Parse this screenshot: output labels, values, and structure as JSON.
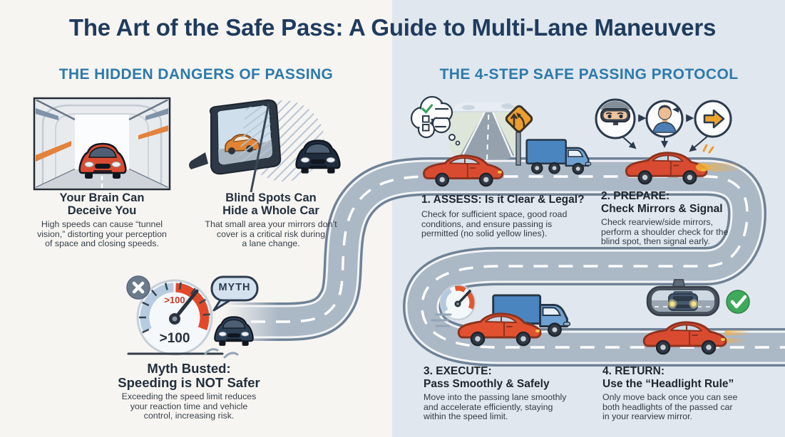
{
  "title": "The Art of the Safe Pass: A Guide to Multi-Lane Maneuvers",
  "palette": {
    "title_navy": "#1f3b5e",
    "header_blue": "#2d7aab",
    "accent_red_car": "#d94b30",
    "truck_blue": "#4a85c0",
    "road_gray": "#abb8c6",
    "warning_orange": "#eca32e",
    "success_green": "#3fa95c",
    "danger_red": "#e2492a",
    "left_background": "#f7f5f2",
    "right_background": "#e0e7ee"
  },
  "left_panel": {
    "header": "THE HIDDEN DANGERS OF PASSING",
    "items": [
      {
        "heading_lines": [
          "Your Brain Can",
          "Deceive You"
        ],
        "body_lines": [
          "High speeds can cause “tunnel",
          "vision,” distorting your perception",
          "of space and closing speeds."
        ]
      },
      {
        "heading_lines": [
          "Blind Spots Can",
          "Hide a Whole Car"
        ],
        "body_lines": [
          "That small area your mirrors don’t",
          "cover is a critical risk during",
          "a lane change."
        ]
      }
    ],
    "myth": {
      "badge": "MYTH",
      "gauge_top_label": ">100",
      "gauge_bottom_label": ">100",
      "heading_lines": [
        "Myth Busted:",
        "Speeding is NOT Safer"
      ],
      "body_lines": [
        "Exceeding the speed limit reduces",
        "your reaction time and vehicle",
        "control, increasing risk."
      ]
    }
  },
  "right_panel": {
    "header": "THE 4-STEP SAFE PASSING PROTOCOL",
    "steps": [
      {
        "title_lines": [
          "1. ASSESS: Is it Clear & Legal?"
        ],
        "body_lines": [
          "Check for sufficient space, good road",
          "conditions, and ensure passing is",
          "permitted (no solid yellow lines)."
        ]
      },
      {
        "title_lines": [
          "2. PREPARE:",
          "Check Mirrors & Signal"
        ],
        "body_lines": [
          "Check rearview/side mirrors,",
          "perform a shoulder check for the",
          "blind spot, then signal early."
        ]
      },
      {
        "title_lines": [
          "3. EXECUTE:",
          "Pass Smoothly & Safely"
        ],
        "body_lines": [
          "Move into the passing lane smoothly",
          "and accelerate efficiently, staying",
          "within the speed limit."
        ]
      },
      {
        "title_lines": [
          "4. RETURN:",
          "Use the “Headlight Rule”"
        ],
        "body_lines": [
          "Only move back once you can see",
          "both headlights of the passed car",
          "in your rearview mirror."
        ]
      }
    ]
  }
}
